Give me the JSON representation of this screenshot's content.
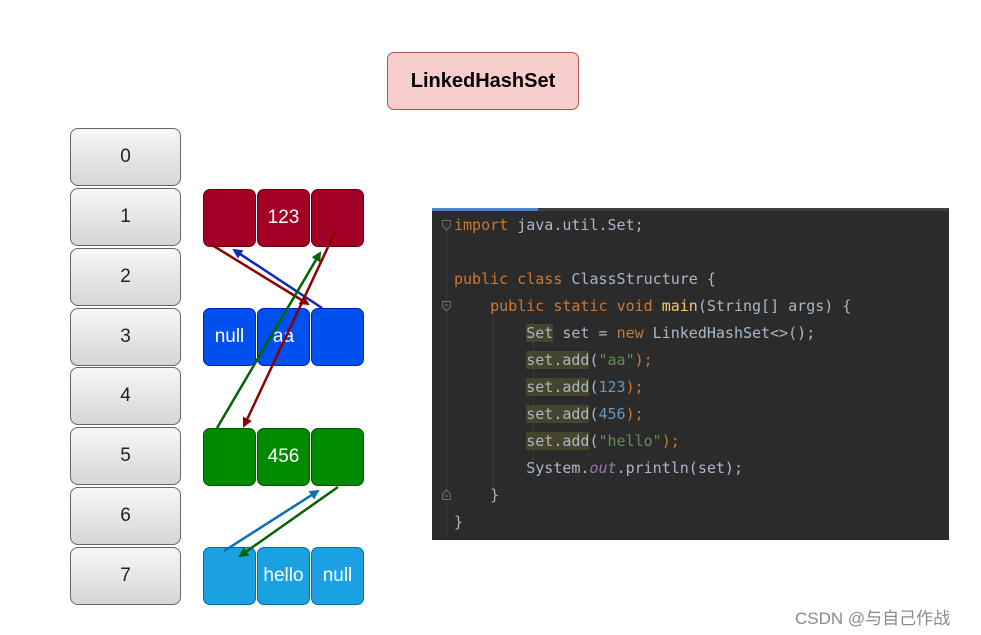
{
  "title": "LinkedHashSet",
  "table_indices": [
    "0",
    "1",
    "2",
    "3",
    "4",
    "5",
    "6",
    "7"
  ],
  "nodes": {
    "row1": {
      "color": "#a20025",
      "cells": [
        "",
        "123",
        ""
      ]
    },
    "row3": {
      "color": "#0050ef",
      "cells": [
        "null",
        "aa",
        ""
      ]
    },
    "row5": {
      "color": "#008a00",
      "cells": [
        "",
        "456",
        ""
      ]
    },
    "row7": {
      "color": "#1ba1e2",
      "cells": [
        "",
        "hello",
        "null"
      ]
    }
  },
  "arrow_colors": {
    "red": "#8b0000",
    "blue": "#0a2ab8",
    "green": "#006400",
    "lightblue": "#0b6fb0"
  },
  "code": {
    "l1": {
      "kw": "import",
      "rest": " java.util.Set;"
    },
    "l3": {
      "kw1": "public",
      "kw2": "class",
      "rest": " ClassStructure {"
    },
    "l4": {
      "kw1": "public",
      "kw2": "static",
      "kw3": "void",
      "fn": "main",
      "rest": "(String[] args) {"
    },
    "l5": {
      "type": "Set",
      "mid": " set = ",
      "kw": "new",
      "rest": " LinkedHashSet<>();"
    },
    "l6": {
      "obj": "set.add",
      "open": "(",
      "arg": "\"aa\"",
      "close": ");"
    },
    "l7": {
      "obj": "set.add",
      "open": "(",
      "arg": "123",
      "close": ");"
    },
    "l8": {
      "obj": "set.add",
      "open": "(",
      "arg": "456",
      "close": ");"
    },
    "l9": {
      "obj": "set.add",
      "open": "(",
      "arg": "\"hello\"",
      "close": ");"
    },
    "l10": {
      "a": "System.",
      "field": "out",
      "b": ".println(set);"
    },
    "l11": "}",
    "l12": "}"
  },
  "watermark": "CSDN @与自己作战"
}
